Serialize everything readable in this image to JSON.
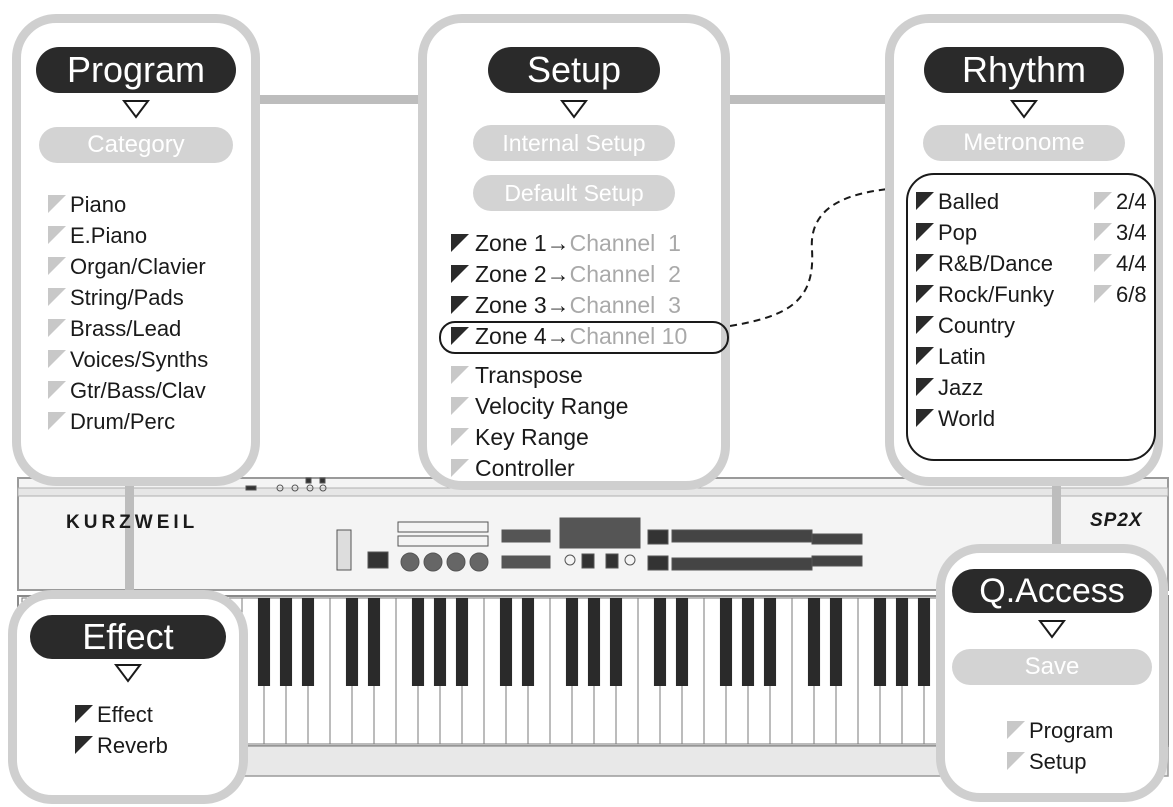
{
  "program": {
    "title": "Program",
    "submenu": "Category",
    "items": [
      "Piano",
      "E.Piano",
      "Organ/Clavier",
      "String/Pads",
      "Brass/Lead",
      "Voices/Synths",
      "Gtr/Bass/Clav",
      "Drum/Perc"
    ]
  },
  "setup": {
    "title": "Setup",
    "submenu1": "Internal Setup",
    "submenu2": "Default Setup",
    "zones": [
      {
        "zone": "Zone 1→",
        "channel": "Channel  1"
      },
      {
        "zone": "Zone 2→",
        "channel": "Channel  2"
      },
      {
        "zone": "Zone 3→",
        "channel": "Channel  3"
      },
      {
        "zone": "Zone 4→",
        "channel": "Channel 10"
      }
    ],
    "params": [
      "Transpose",
      "Velocity Range",
      "Key Range",
      "Controller"
    ]
  },
  "rhythm": {
    "title": "Rhythm",
    "submenu": "Metronome",
    "styles": [
      "Balled",
      "Pop",
      "R&B/Dance",
      "Rock/Funky",
      "Country",
      "Latin",
      "Jazz",
      "World"
    ],
    "meters": [
      "2/4",
      "3/4",
      "4/4",
      "6/8"
    ]
  },
  "effect": {
    "title": "Effect",
    "items": [
      "Effect",
      "Reverb"
    ]
  },
  "qaccess": {
    "title": "Q.Access",
    "submenu": "Save",
    "items": [
      "Program",
      "Setup"
    ]
  },
  "keyboard": {
    "brand": "KURZWEIL",
    "model": "SP2X"
  },
  "colors": {
    "panel_border": "#cfcfcf",
    "pill_dark": "#2a2a2a",
    "pill_light": "#d3d3d3",
    "text_gray": "#a9a9a9"
  }
}
